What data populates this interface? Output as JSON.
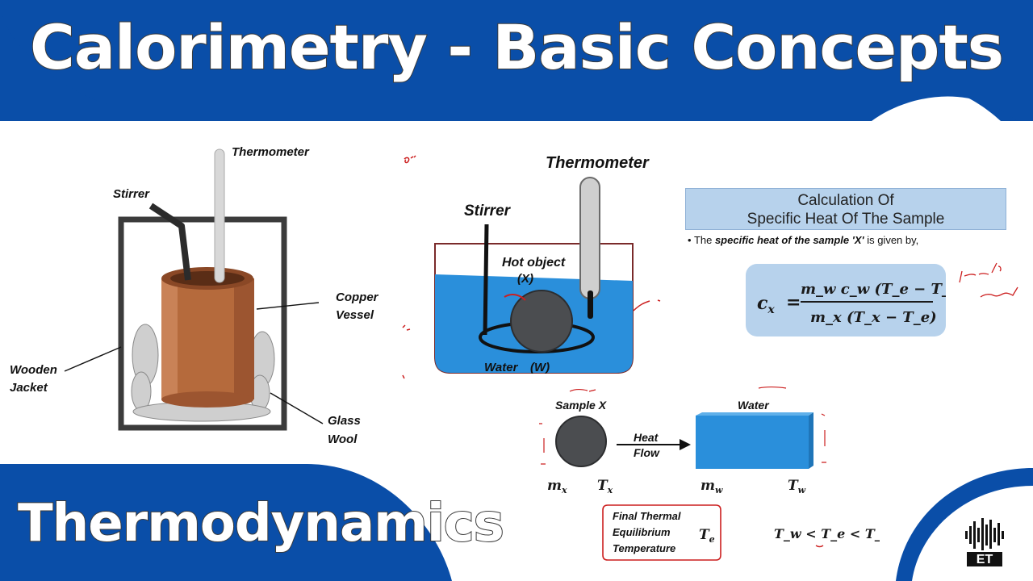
{
  "header": {
    "title": "Calorimetry - Basic Concepts",
    "band_color": "#0a4ea8"
  },
  "footer": {
    "subject": "Thermodynamics",
    "logo_text": "ET"
  },
  "left_diagram": {
    "thermometer": "Thermometer",
    "stirrer": "Stirrer",
    "copper_vessel_line1": "Copper",
    "copper_vessel_line2": "Vessel",
    "wooden_jacket_line1": "Wooden",
    "wooden_jacket_line2": "Jacket",
    "glass_wool_line1": "Glass",
    "glass_wool_line2": "Wool"
  },
  "right_diagram": {
    "thermometer": "Thermometer",
    "stirrer": "Stirrer",
    "hot_object": "Hot object",
    "hot_object_symbol": "(X)",
    "water": "Water",
    "water_symbol": "(W)"
  },
  "calculation": {
    "heading_line1": "Calculation Of",
    "heading_line2": "Specific Heat Of The Sample",
    "note_prefix": "The ",
    "note_emphasis": "specific heat of the sample 'X'",
    "note_suffix": " is given by,",
    "formula_lhs": "c",
    "formula_lhs_sub": "x",
    "formula_equals": "=",
    "numerator": "m_w c_w (T_e − T_w)",
    "denominator": "m_x (T_x − T_e)"
  },
  "heat_flow": {
    "sample_label": "Sample X",
    "water_label": "Water",
    "arrow_line1": "Heat",
    "arrow_line2": "Flow",
    "mass_x": "m",
    "mass_x_sub": "x",
    "temp_x": "T",
    "temp_x_sub": "x",
    "mass_w": "m",
    "mass_w_sub": "w",
    "temp_w": "T",
    "temp_w_sub": "w",
    "equilibrium_line1": "Final  Thermal",
    "equilibrium_line2": "Equilibrium",
    "equilibrium_line3": "Temperature",
    "equilibrium_symbol": "T",
    "equilibrium_symbol_sub": "e",
    "inequality": "T_w < T_e < T_x"
  },
  "colors": {
    "brand_blue": "#0a4ea8",
    "copper": "#b56a3c",
    "water_blue": "#2a8fdb",
    "panel_blue": "#b7d2ec",
    "annotation_red": "#cc1f1f"
  }
}
